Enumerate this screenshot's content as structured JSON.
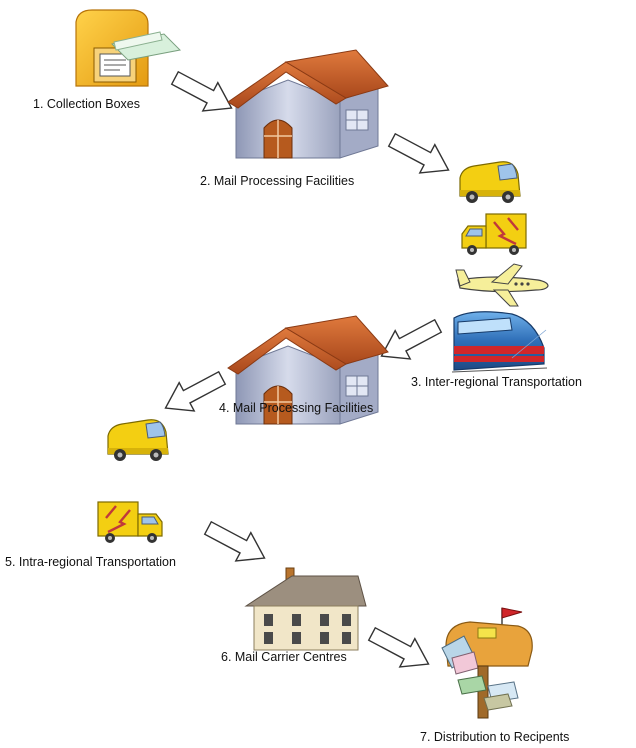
{
  "stages": [
    {
      "label": "1. Collection Boxes",
      "icon": "collection-box-icon"
    },
    {
      "label": "2. Mail Processing Facilities",
      "icon": "processing-facility-icon"
    },
    {
      "label": "3. Inter-regional Transportation",
      "icons": [
        "delivery-van-icon",
        "truck-icon",
        "airplane-icon",
        "train-icon"
      ]
    },
    {
      "label": "4. Mail Processing Facilities",
      "icon": "processing-facility-icon"
    },
    {
      "label": "5. Intra-regional Transportation",
      "icons": [
        "delivery-van-icon",
        "truck-icon"
      ]
    },
    {
      "label": "6. Mail Carrier Centres",
      "icon": "carrier-centre-house-icon"
    },
    {
      "label": "7. Distribution to Recipents",
      "icon": "mailbox-icon"
    }
  ],
  "colors": {
    "arrow_fill": "#ffffff",
    "arrow_stroke": "#333333",
    "roof": "#c8602a",
    "wall": "#b9bfd6",
    "door": "#b65a1e",
    "vehicle_yellow": "#f3cf12",
    "train_blue": "#2f6fb8",
    "train_red": "#d0262a"
  }
}
